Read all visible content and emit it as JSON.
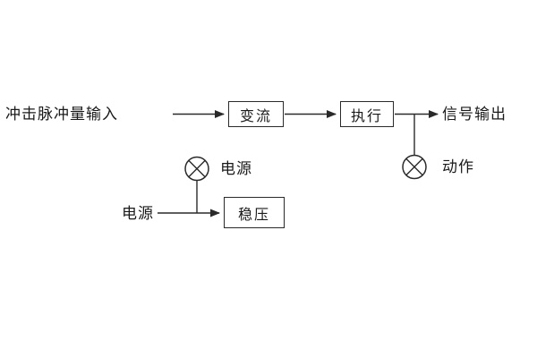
{
  "diagram": {
    "input_label": "冲击脉冲量输入",
    "box_bianliu": "变流",
    "box_zhixing": "执行",
    "output_label": "信号输出",
    "action_lamp_label": "动作",
    "power_lamp_label": "电源",
    "power_source_label": "电源",
    "box_wenya": "稳压",
    "line_color": "#2a2a2a",
    "text_color": "#1a1a1a",
    "background_color": "#ffffff"
  }
}
